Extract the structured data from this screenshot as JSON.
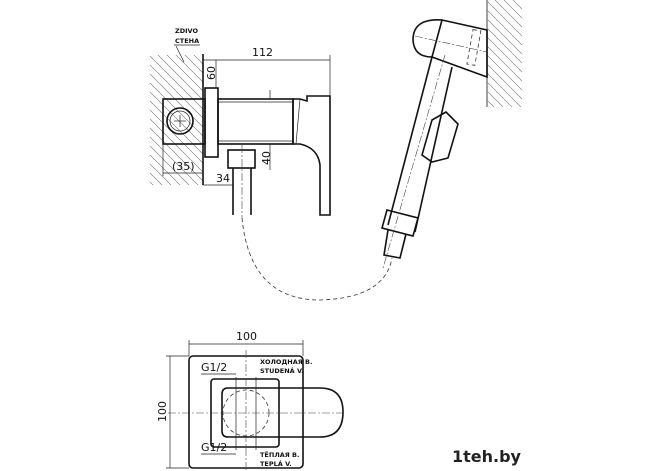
{
  "side_view": {
    "wall_label_1": "ZDIVO",
    "wall_label_2": "СТЕНА",
    "dim_length": "112",
    "dim_flange": "60",
    "dim_outlet": "40",
    "dim_pipe_offset": "34",
    "dim_depth": "(35)"
  },
  "front_view": {
    "dim_width": "100",
    "dim_height": "100",
    "thread_top": "G1/2",
    "thread_bottom": "G1/2",
    "cold_label_ru": "ХОЛОДНАЯ В.",
    "cold_label_cz": "STUDENÁ V.",
    "hot_label_ru": "ТЁПЛАЯ В.",
    "hot_label_cz": "TEPLÁ V."
  },
  "watermark": "1teh.by"
}
